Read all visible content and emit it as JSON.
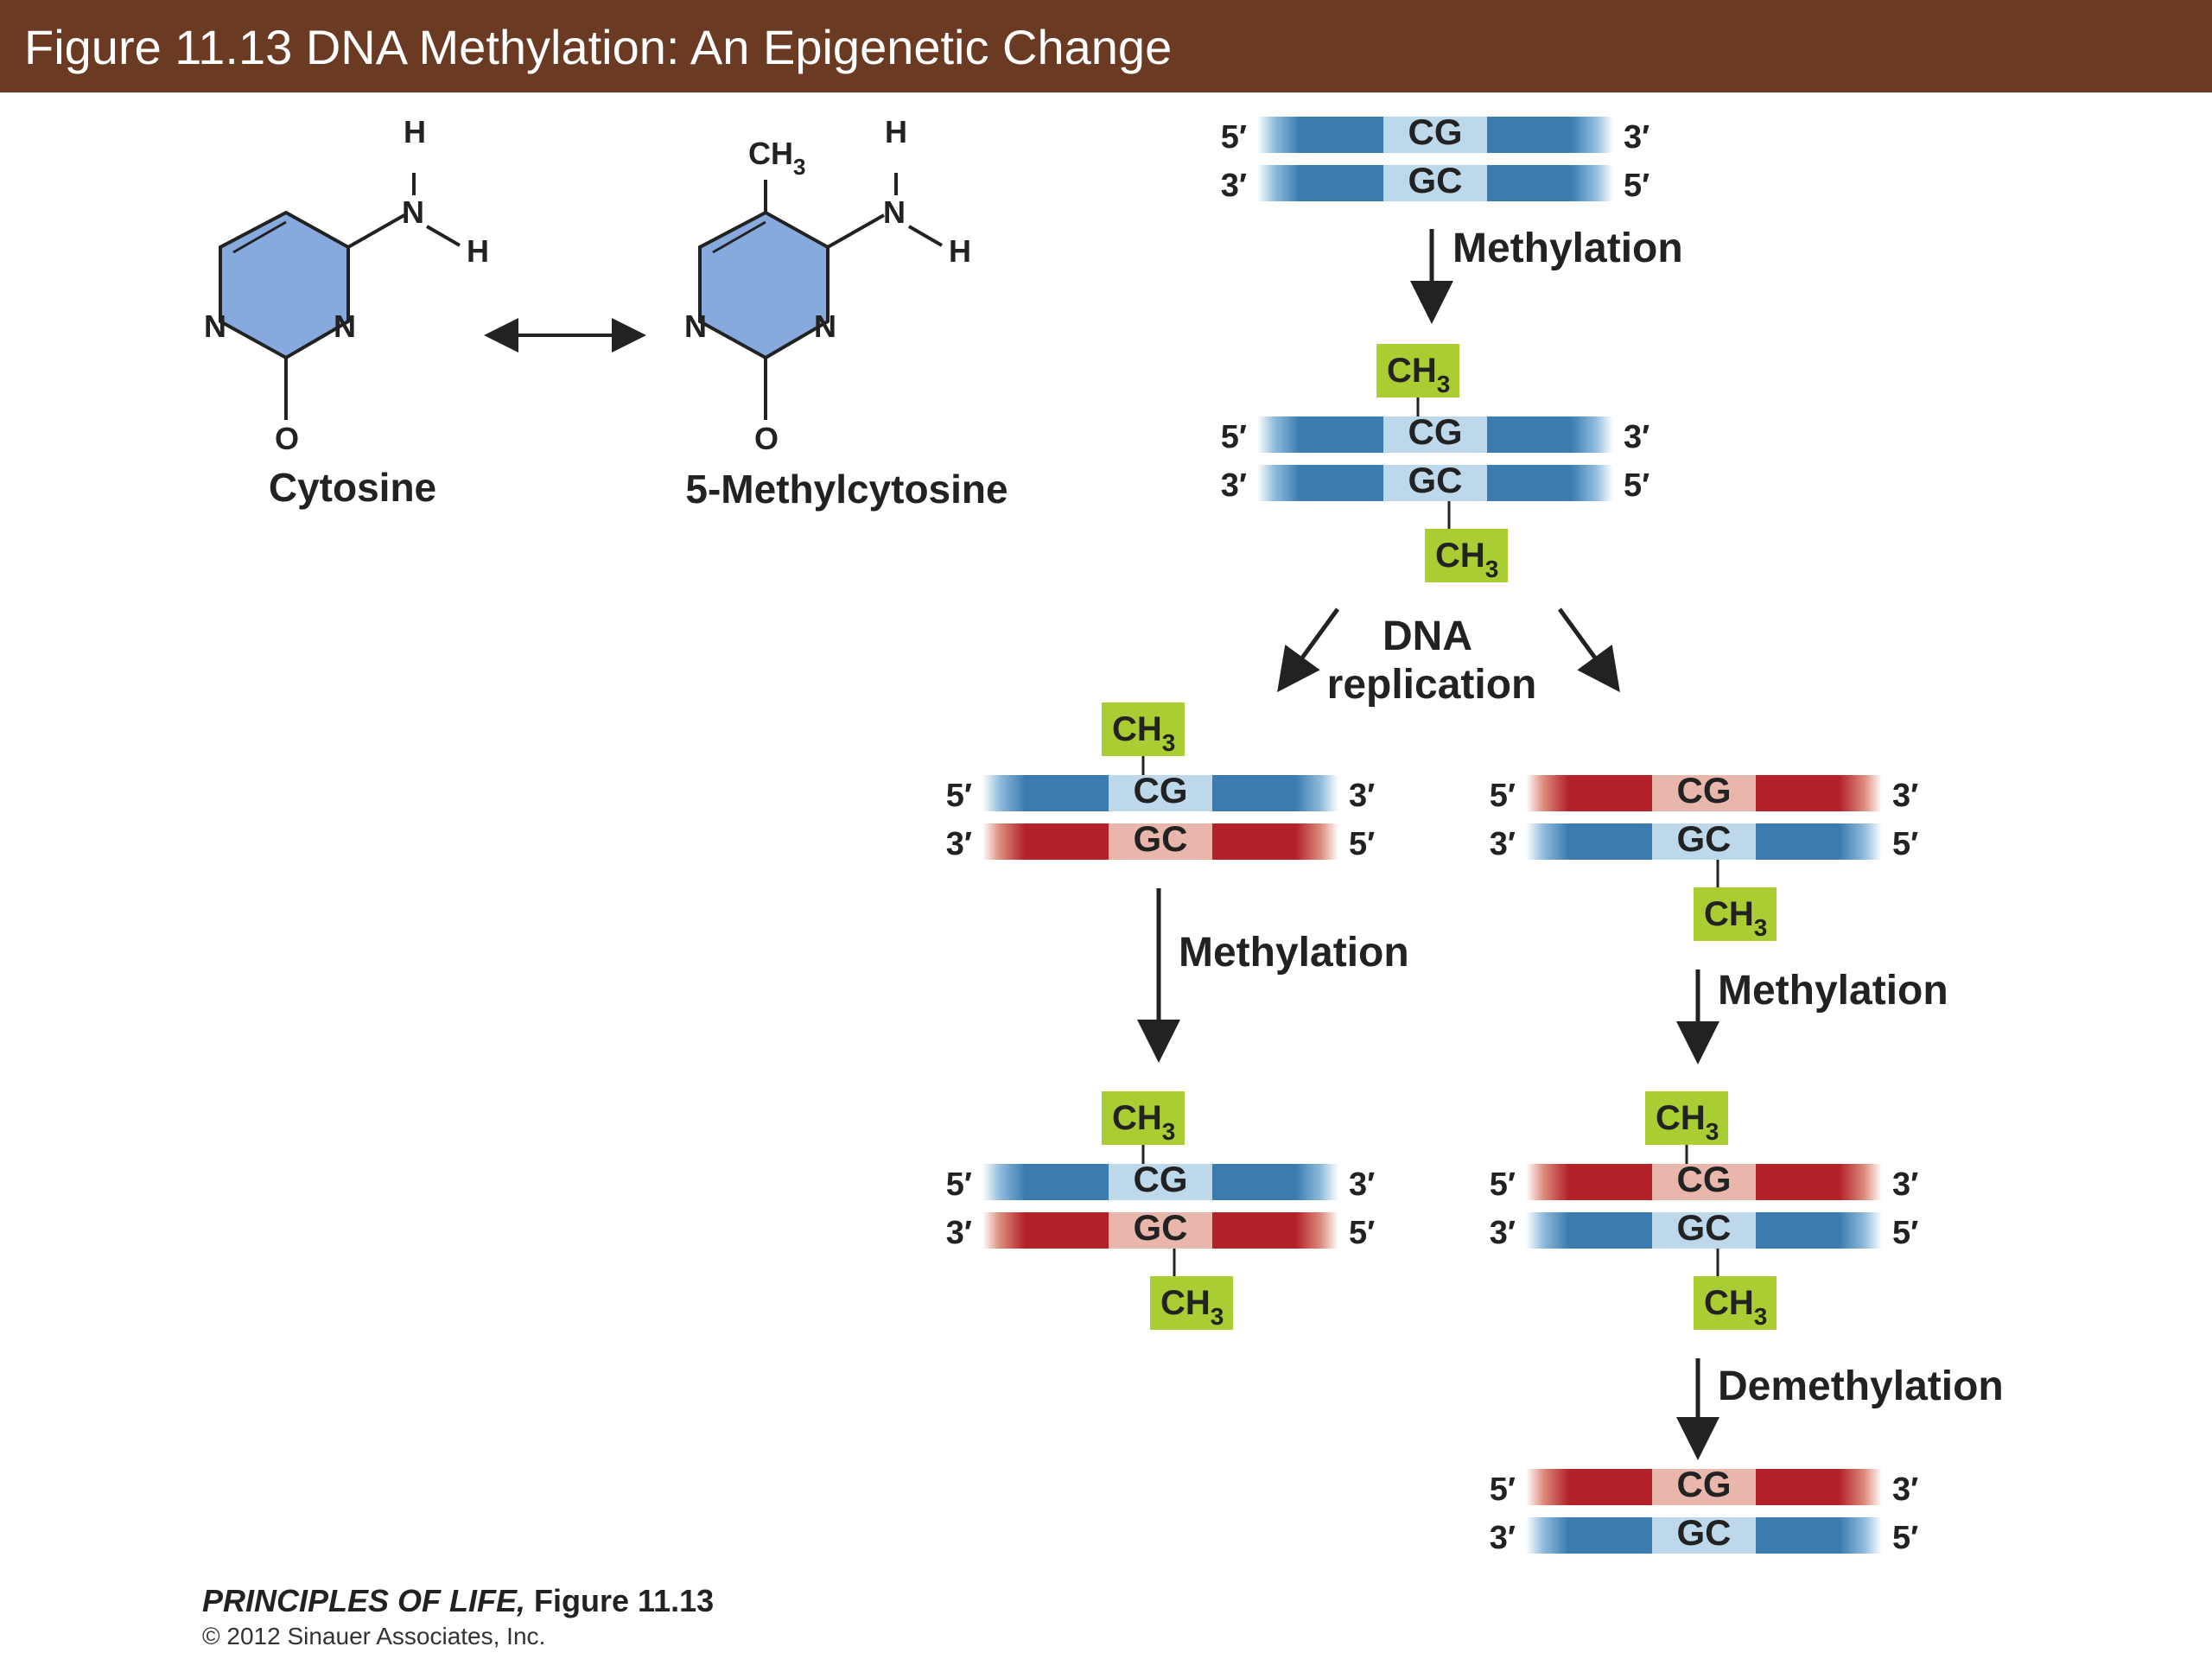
{
  "header": {
    "title": "Figure 11.13  DNA Methylation: An Epigenetic Change"
  },
  "molecules": {
    "cytosine": {
      "name": "Cytosine",
      "atoms": {
        "h_top": "H",
        "n_amine": "N",
        "h_side": "H",
        "n1": "N",
        "n3": "N",
        "o": "O"
      }
    },
    "methylcytosine": {
      "name": "5-Methylcytosine",
      "methyl": "CH",
      "methyl_sub": "3",
      "atoms": {
        "h_top": "H",
        "n_amine": "N",
        "h_side": "H",
        "n1": "N",
        "n3": "N",
        "o": "O"
      }
    }
  },
  "labels": {
    "five_prime": "5′",
    "three_prime": "3′",
    "top_pair": "CG",
    "bottom_pair": "GC",
    "ch": "CH",
    "ch_sub": "3",
    "methylation": "Methylation",
    "demethylation": "Demethylation",
    "replication_line1": "DNA",
    "replication_line2": "replication"
  },
  "colors": {
    "header": "#6b3a22",
    "parent_strand": "#3b7bb0",
    "parent_pair": "#bcd8ea",
    "new_strand": "#b3222a",
    "new_pair": "#e8b6aa",
    "methyl_tag": "#a9cd32",
    "ring_fill": "#86a9de"
  },
  "footer": {
    "book": "PRINCIPLES OF LIFE,",
    "figure": " Figure 11.13",
    "copyright": "© 2012 Sinauer Associates, Inc."
  }
}
